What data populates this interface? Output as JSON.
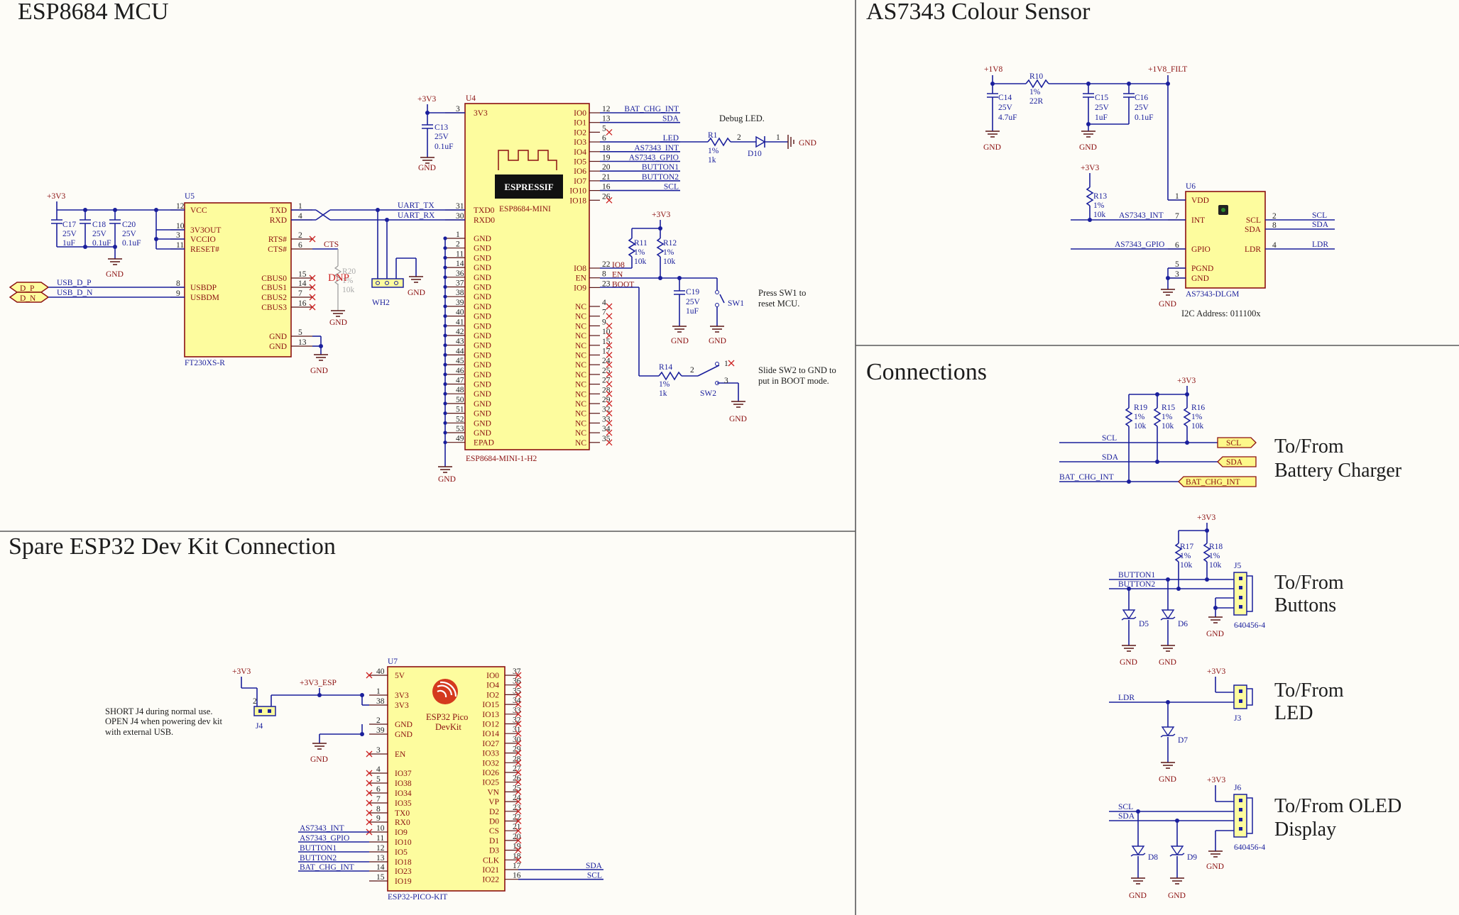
{
  "sections": {
    "esp8684": "ESP8684 MCU",
    "as7343": "AS7343 Colour Sensor",
    "connections": "Connections",
    "spare": "Spare ESP32 Dev Kit Connection"
  },
  "u4": {
    "ref": "U4",
    "value": "ESP8684-MINI",
    "part": "ESP8684-MINI-1-H2",
    "logo": "ESPRESSIF",
    "left_pins": [
      [
        "3",
        "3V3"
      ],
      [
        "31",
        "TXD0"
      ],
      [
        "30",
        "RXD0"
      ],
      [
        "1",
        "GND"
      ],
      [
        "2",
        "GND"
      ],
      [
        "11",
        "GND"
      ],
      [
        "14",
        "GND"
      ],
      [
        "36",
        "GND"
      ],
      [
        "37",
        "GND"
      ],
      [
        "38",
        "GND"
      ],
      [
        "39",
        "GND"
      ],
      [
        "40",
        "GND"
      ],
      [
        "41",
        "GND"
      ],
      [
        "42",
        "GND"
      ],
      [
        "43",
        "GND"
      ],
      [
        "44",
        "GND"
      ],
      [
        "45",
        "GND"
      ],
      [
        "46",
        "GND"
      ],
      [
        "47",
        "GND"
      ],
      [
        "48",
        "GND"
      ],
      [
        "50",
        "GND"
      ],
      [
        "51",
        "GND"
      ],
      [
        "52",
        "GND"
      ],
      [
        "53",
        "GND"
      ],
      [
        "49",
        "EPAD"
      ]
    ],
    "right_top": [
      [
        "12",
        "IO0",
        "BAT_CHG_INT"
      ],
      [
        "13",
        "IO1",
        "SDA"
      ],
      [
        "5",
        "IO2",
        ""
      ],
      [
        "6",
        "IO3",
        "LED"
      ],
      [
        "18",
        "IO4",
        "AS7343_INT"
      ],
      [
        "19",
        "IO5",
        "AS7343_GPIO"
      ],
      [
        "20",
        "IO6",
        "BUTTON1"
      ],
      [
        "21",
        "IO7",
        "BUTTON2"
      ],
      [
        "16",
        "IO10",
        "SCL"
      ],
      [
        "26",
        "IO18",
        ""
      ]
    ],
    "right_mid": [
      [
        "22",
        "IO8",
        "IO8"
      ],
      [
        "8",
        "EN",
        "EN"
      ],
      [
        "23",
        "IO9",
        "BOOT"
      ]
    ],
    "nc_pins": [
      "4",
      "7",
      "9",
      "10",
      "15",
      "17",
      "24",
      "25",
      "27",
      "28",
      "29",
      "32",
      "33",
      "34",
      "35"
    ],
    "nc_label": "NC"
  },
  "u5": {
    "ref": "U5",
    "part": "FT230XS-R",
    "left": [
      [
        "12",
        "VCC"
      ],
      [
        "10",
        "3V3OUT"
      ],
      [
        "3",
        "VCCIO"
      ],
      [
        "11",
        "RESET#"
      ],
      [
        "8",
        "USBDP"
      ],
      [
        "9",
        "USBDM"
      ]
    ],
    "right": [
      [
        "1",
        "TXD"
      ],
      [
        "4",
        "RXD"
      ],
      [
        "2",
        "RTS#"
      ],
      [
        "6",
        "CTS#"
      ],
      [
        "15",
        "CBUS0"
      ],
      [
        "14",
        "CBUS1"
      ],
      [
        "7",
        "CBUS2"
      ],
      [
        "16",
        "CBUS3"
      ],
      [
        "5",
        "GND"
      ],
      [
        "13",
        "GND"
      ]
    ]
  },
  "u6": {
    "ref": "U6",
    "part": "AS7343-DLGM",
    "addr": "I2C Address: 011100x",
    "left": [
      [
        "1",
        "VDD"
      ],
      [
        "7",
        "INT"
      ],
      [
        "6",
        "GPIO"
      ],
      [
        "5",
        "PGND"
      ],
      [
        "3",
        "GND"
      ]
    ],
    "right": [
      [
        "2",
        "SCL"
      ],
      [
        "8",
        "SDA"
      ],
      [
        "4",
        "LDR"
      ]
    ]
  },
  "u7": {
    "ref": "U7",
    "value": "ESP32 Pico DevKit",
    "part": "ESP32-PICO-KIT",
    "left": [
      [
        "40",
        "5V"
      ],
      [
        "1",
        "3V3"
      ],
      [
        "38",
        "3V3"
      ],
      [
        "2",
        "GND"
      ],
      [
        "39",
        "GND"
      ],
      [
        "3",
        "EN"
      ],
      [
        "4",
        "IO37"
      ],
      [
        "5",
        "IO38"
      ],
      [
        "6",
        "IO34"
      ],
      [
        "7",
        "IO35"
      ],
      [
        "8",
        "TX0"
      ],
      [
        "9",
        "RX0"
      ],
      [
        "10",
        "IO9"
      ],
      [
        "11",
        "IO10"
      ],
      [
        "12",
        "IO5"
      ],
      [
        "13",
        "IO18"
      ],
      [
        "14",
        "IO23"
      ],
      [
        "15",
        "IO19"
      ]
    ],
    "right": [
      [
        "37",
        "IO0"
      ],
      [
        "36",
        "IO4"
      ],
      [
        "35",
        "IO2"
      ],
      [
        "34",
        "IO15"
      ],
      [
        "33",
        "IO13"
      ],
      [
        "32",
        "IO12"
      ],
      [
        "31",
        "IO14"
      ],
      [
        "30",
        "IO27"
      ],
      [
        "29",
        "IO33"
      ],
      [
        "28",
        "IO32"
      ],
      [
        "27",
        "IO26"
      ],
      [
        "26",
        "IO25"
      ],
      [
        "25",
        "VN"
      ],
      [
        "24",
        "VP"
      ],
      [
        "23",
        "D2"
      ],
      [
        "22",
        "D0"
      ],
      [
        "21",
        "CS"
      ],
      [
        "20",
        "D1"
      ],
      [
        "19",
        "D3"
      ],
      [
        "18",
        "CLK"
      ],
      [
        "17",
        "IO21"
      ],
      [
        "16",
        "IO22"
      ]
    ],
    "left_nets": [
      "AS7343_INT",
      "AS7343_GPIO",
      "BUTTON1",
      "BUTTON2",
      "BAT_CHG_INT"
    ],
    "right_nets": [
      "SDA",
      "SCL"
    ]
  },
  "nets": {
    "v3": "+3V3",
    "v18": "+1V8",
    "v18f": "+1V8_FILT",
    "v3esp": "+3V3_ESP",
    "gnd": "GND",
    "uart_tx": "UART_TX",
    "uart_rx": "UART_RX",
    "usb_dp": "USB_D_P",
    "usb_dn": "USB_D_N",
    "port_dp": "D_P",
    "port_dn": "D_N",
    "cts": "CTS",
    "scl": "SCL",
    "sda": "SDA",
    "bat": "BAT_CHG_INT",
    "btn1": "BUTTON1",
    "btn2": "BUTTON2",
    "ldr": "LDR",
    "as_int": "AS7343_INT",
    "as_gpio": "AS7343_GPIO",
    "en": "EN",
    "boot": "BOOT",
    "io8": "IO8",
    "led": "LED"
  },
  "comps": {
    "c13": [
      "C13",
      "25V",
      "0.1uF"
    ],
    "c17": [
      "C17",
      "25V",
      "1uF"
    ],
    "c18": [
      "C18",
      "25V",
      "0.1uF"
    ],
    "c20": [
      "C20",
      "25V",
      "0.1uF"
    ],
    "c19": [
      "C19",
      "25V",
      "1uF"
    ],
    "c14": [
      "C14",
      "25V",
      "4.7uF"
    ],
    "c15": [
      "C15",
      "25V",
      "1uF"
    ],
    "c16": [
      "C16",
      "25V",
      "0.1uF"
    ],
    "r1": [
      "R1",
      "1%",
      "1k"
    ],
    "r11": [
      "R11",
      "1%",
      "10k"
    ],
    "r12": [
      "R12",
      "1%",
      "10k"
    ],
    "r14": [
      "R14",
      "1%",
      "1k"
    ],
    "r10": [
      "R10",
      "1%",
      "22R"
    ],
    "r13": [
      "R13",
      "1%",
      "10k"
    ],
    "r20": [
      "R20",
      "1%",
      "10k"
    ],
    "r19": [
      "R19",
      "1%",
      "10k"
    ],
    "r15": [
      "R15",
      "1%",
      "10k"
    ],
    "r16": [
      "R16",
      "1%",
      "10k"
    ],
    "r17": [
      "R17",
      "1%",
      "10k"
    ],
    "r18": [
      "R18",
      "1%",
      "10k"
    ],
    "d10": "D10",
    "d5": "D5",
    "d6": "D6",
    "d7": "D7",
    "d8": "D8",
    "d9": "D9",
    "sw1": "SW1",
    "sw2": "SW2",
    "wh2": "WH2",
    "j4": "J4",
    "j3": "J3",
    "j5": "J5",
    "j6": "J6",
    "conn_part": "640456-4",
    "dnp": "DNP"
  },
  "notes": {
    "debug": "Debug LED.",
    "sw1": [
      "Press SW1 to",
      "reset MCU."
    ],
    "sw2": [
      "Slide SW2 to GND to",
      "put in BOOT mode."
    ],
    "j4": [
      "SHORT J4 during normal use.",
      "OPEN J4 when powering dev kit",
      "with external USB."
    ]
  },
  "headers": {
    "battery": [
      "To/From",
      "Battery Charger"
    ],
    "buttons": [
      "To/From",
      "Buttons"
    ],
    "led": [
      "To/From",
      "LED"
    ],
    "oled": [
      "To/From OLED",
      "Display"
    ]
  }
}
